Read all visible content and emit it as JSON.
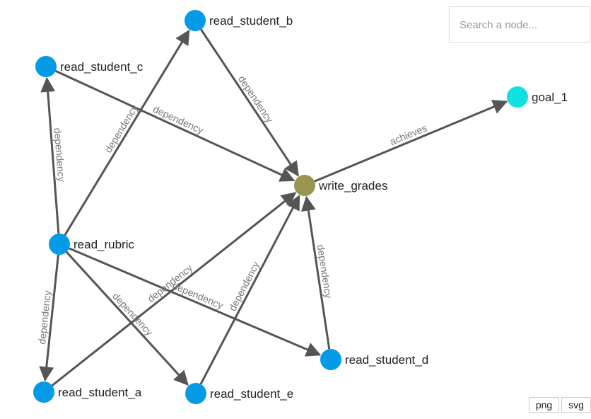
{
  "search": {
    "placeholder": "Search a node..."
  },
  "export": {
    "png_label": "png",
    "svg_label": "svg"
  },
  "colors": {
    "default_node": "#039be5",
    "active_node": "#9a9550",
    "goal_node": "#11e0e0",
    "edge": "#555555",
    "edge_label": "#777777"
  },
  "graph": {
    "nodes": [
      {
        "id": "read_student_b",
        "label": "read_student_b",
        "kind": "default"
      },
      {
        "id": "read_student_c",
        "label": "read_student_c",
        "kind": "default"
      },
      {
        "id": "goal_1",
        "label": "goal_1",
        "kind": "goal"
      },
      {
        "id": "write_grades",
        "label": "write_grades",
        "kind": "active"
      },
      {
        "id": "read_rubric",
        "label": "read_rubric",
        "kind": "default"
      },
      {
        "id": "read_student_d",
        "label": "read_student_d",
        "kind": "default"
      },
      {
        "id": "read_student_a",
        "label": "read_student_a",
        "kind": "default"
      },
      {
        "id": "read_student_e",
        "label": "read_student_e",
        "kind": "default"
      }
    ],
    "edges": [
      {
        "source": "read_rubric",
        "target": "read_student_c",
        "label": "dependency"
      },
      {
        "source": "read_rubric",
        "target": "read_student_b",
        "label": "dependency"
      },
      {
        "source": "read_student_c",
        "target": "write_grades",
        "label": "dependency"
      },
      {
        "source": "read_student_b",
        "target": "write_grades",
        "label": "dependency"
      },
      {
        "source": "write_grades",
        "target": "goal_1",
        "label": "achieves"
      },
      {
        "source": "read_rubric",
        "target": "read_student_a",
        "label": "dependency"
      },
      {
        "source": "read_rubric",
        "target": "read_student_e",
        "label": "dependency"
      },
      {
        "source": "read_rubric",
        "target": "read_student_d",
        "label": "dependency"
      },
      {
        "source": "read_student_a",
        "target": "write_grades",
        "label": "dependency"
      },
      {
        "source": "read_student_e",
        "target": "write_grades",
        "label": "dependency"
      },
      {
        "source": "read_student_d",
        "target": "write_grades",
        "label": "dependency"
      }
    ]
  }
}
